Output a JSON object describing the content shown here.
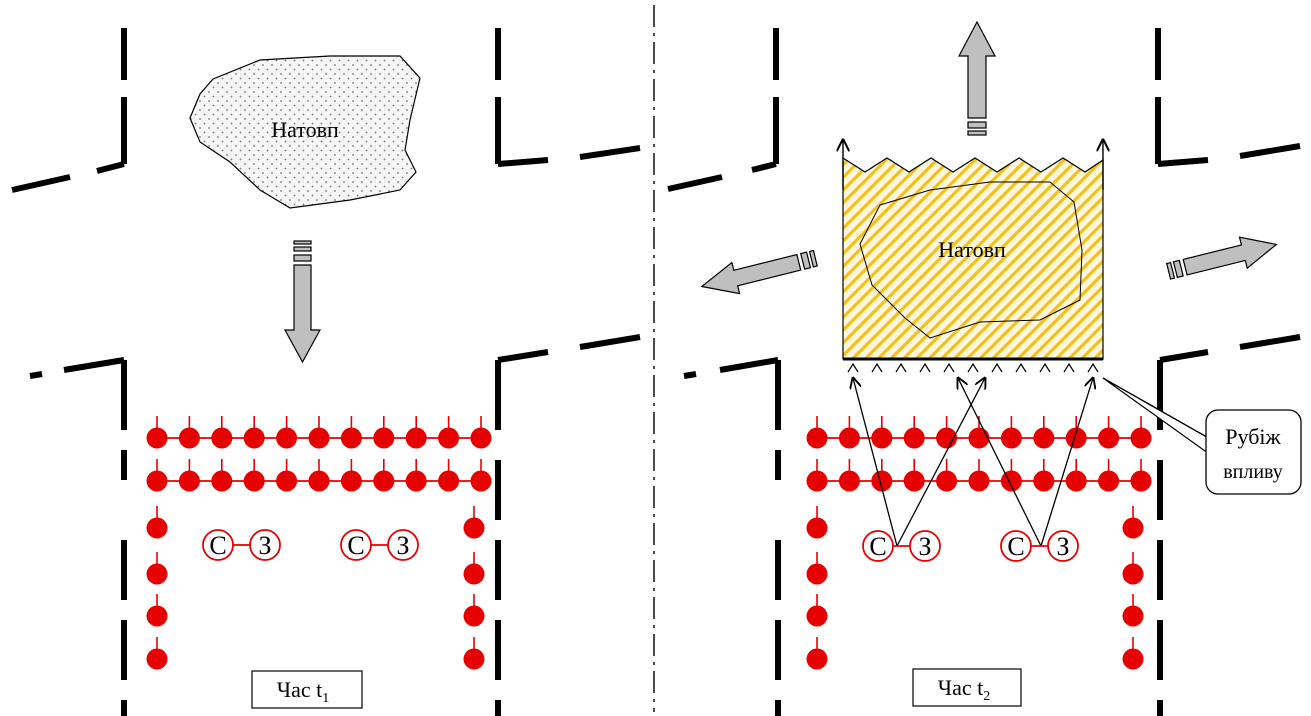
{
  "panels": [
    {
      "crowd_label": "Натовп",
      "time_label": "Час t",
      "time_subscript": "1"
    },
    {
      "crowd_label": "Натовп",
      "time_label": "Час t",
      "time_subscript": "2",
      "zone_callout_line1": "Рубіж",
      "zone_callout_line2": "впливу"
    }
  ],
  "unit_letters": {
    "left": "С",
    "right": "З"
  },
  "colors": {
    "formation": "#e60000",
    "arrow_fill": "#bfbfbf",
    "crowd_fill": "#f4f4f4",
    "zone_hatch": "#f0c21a",
    "walls": "#000000"
  },
  "icons": {
    "formation_member": "red-dot-icon",
    "movement": "block-arrow-icon",
    "unit": "circle-letter-icon"
  }
}
